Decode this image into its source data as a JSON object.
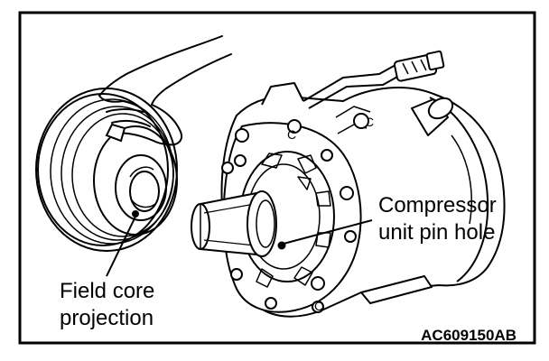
{
  "labels": {
    "field_core_line1": "Field core",
    "field_core_line2": "projection",
    "compressor_line1": "Compressor",
    "compressor_line2": "unit pin hole"
  },
  "figure_code": "AC609150AB",
  "icons": [
    "hand-drawing",
    "field-coil-pulley-drawing",
    "compressor-unit-drawing"
  ]
}
